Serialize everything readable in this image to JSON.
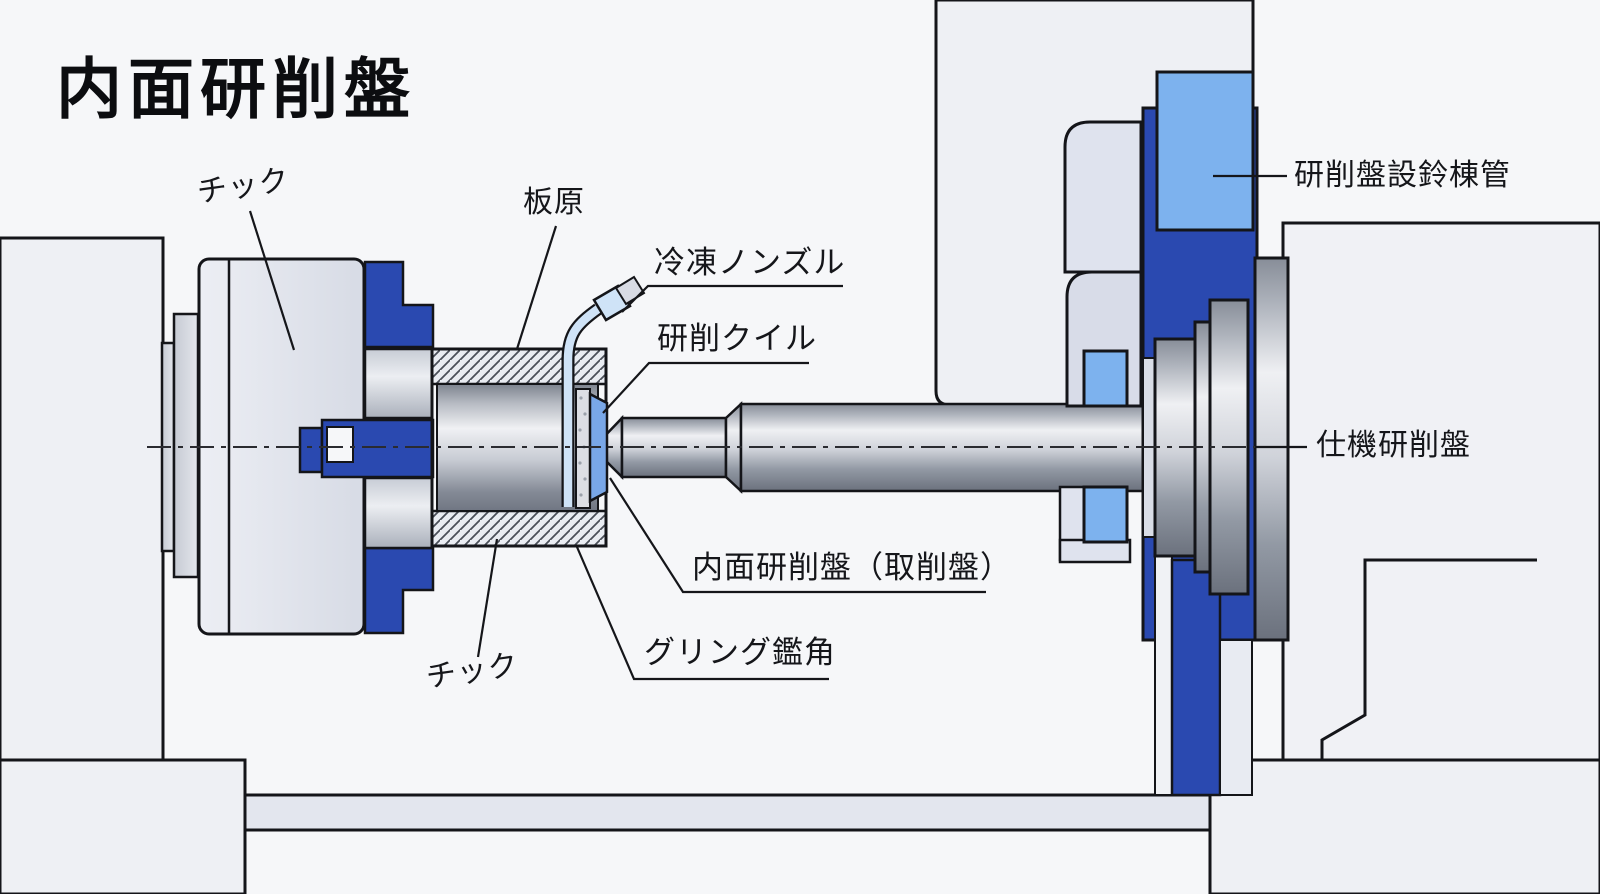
{
  "title": "内面研削盤",
  "labels": {
    "chuck_top": "チック",
    "backing_plate": "板原",
    "coolant_nozzle": "冷凍ノンズル",
    "grinding_quill": "研削クイル",
    "wheelhead_pipe": "研削盤設鈴棟管",
    "machine_spindle": "仕機研削盤",
    "internal_wheel": "内面研削盤（取削盤）",
    "grinding_wheel": "グリング鑑角",
    "chuck_bottom": "チック"
  },
  "colors": {
    "background": "#f6f7f9",
    "panel": "#eef0f4",
    "lavender": "#dfe3ee",
    "lavender_dark": "#d8dce8",
    "band": "#e3e6ee",
    "dark_blue": "#2a49b0",
    "medium_blue": "#7db2ee",
    "pale_blue": "#cfe3f7",
    "wheel_blue": "#79a7e7",
    "outline": "#141519"
  }
}
